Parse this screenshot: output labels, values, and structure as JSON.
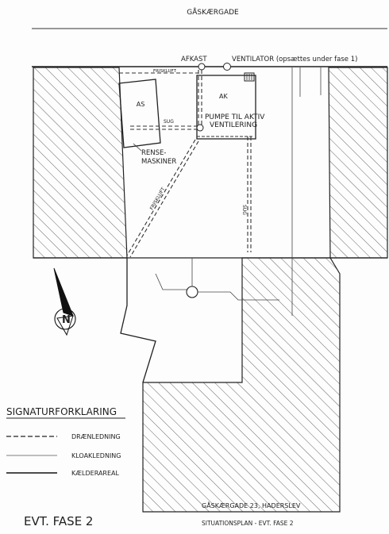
{
  "street_label": "GÅSKÆRGADE",
  "labels": {
    "afkast": "AFKAST",
    "ventilator": "VENTILATOR (opsættes under fase 1)",
    "friskluft_top": "FRISKLUFT",
    "as": "AS",
    "ak": "AK",
    "sug_horizontal": "SUG",
    "pumpe_line1": "PUMPE TIL AKTIV",
    "pumpe_line2": "VENTILERING",
    "rense_line1": "RENSE-",
    "rense_line2": "MASKINER",
    "friskluft_diag": "FRISKLUFT",
    "sug_vertical": "SUG",
    "north": "N"
  },
  "legend": {
    "title": "SIGNATURFORKLARING",
    "items": [
      {
        "label": "DRÆNLEDNING"
      },
      {
        "label": "KLOAKLEDNING"
      },
      {
        "label": "KÆLDERAREAL"
      }
    ]
  },
  "footer": {
    "phase": "EVT. FASE 2",
    "address": "GÅSKÆRGADE 23, HADERSLEV",
    "plan": "SITUATIONSPLAN - EVT. FASE 2"
  }
}
